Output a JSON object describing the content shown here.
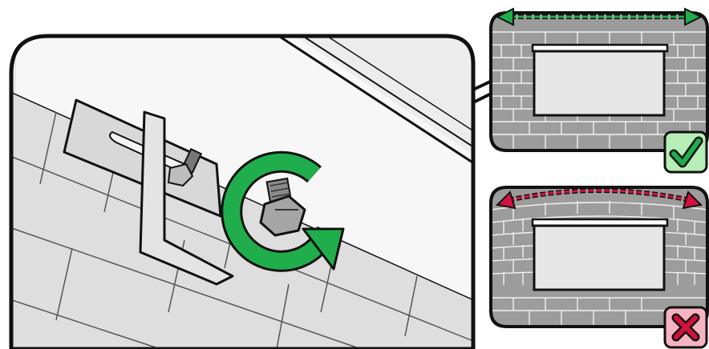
{
  "colors": {
    "outline": "#111111",
    "wall_light": "#ececec",
    "wall_mid": "#d6d6d6",
    "brick_panel": "#9c9c9c",
    "brick_line": "#f2f2f2",
    "window_fill": "#e6e6e6",
    "correct_green": "#1fae4b",
    "correct_bg": "#b6efb6",
    "wrong_red": "#d3123e",
    "wrong_bg": "#f6b3c2",
    "metal": "#cfcfcf",
    "bolt": "#9a9a9a"
  },
  "icons": {
    "rotate": "clockwise-rotation-arrow-icon",
    "check": "checkmark-icon",
    "cross": "cross-icon",
    "level": "double-headed-dashed-arrow-icon",
    "warp": "curved-double-headed-dashed-arrow-icon"
  },
  "panels": {
    "main": "anchor-bolt-tightening-closeup",
    "top_right": "level-lintel-correct",
    "bottom_right": "bowed-lintel-incorrect"
  }
}
